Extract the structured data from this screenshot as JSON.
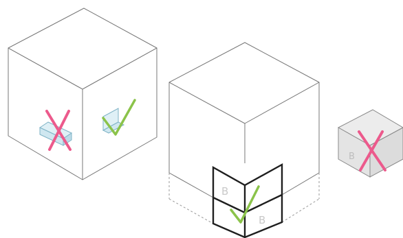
{
  "colors": {
    "background": "#ffffff",
    "edge": "#777777",
    "cross": "#ec5a8c",
    "check": "#8bc34a",
    "slot_fill": "#cfe7f0",
    "slot_stroke": "#7fb3c6",
    "small_cube_fill": "#e6e6e6",
    "bold_outline": "#1e1e1e"
  },
  "figures": {
    "large_cube_left": {
      "marks": [
        "cross-mark",
        "check-mark"
      ]
    },
    "large_cube_center": {
      "labels": [
        "B",
        "B"
      ],
      "marks": [
        "check-mark"
      ]
    },
    "small_cube_right": {
      "labels": [
        "B"
      ],
      "marks": [
        "cross-mark"
      ]
    }
  }
}
